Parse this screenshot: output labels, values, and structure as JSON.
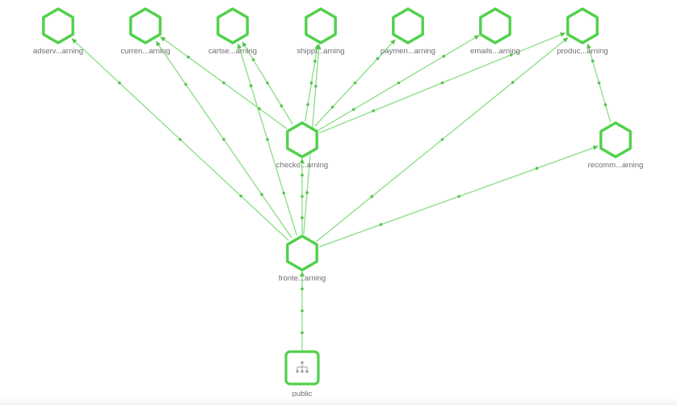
{
  "graph": {
    "colors": {
      "edge": "#8fe08a",
      "edge_marker": "#55c24f",
      "node_stroke": "#4fd14a",
      "node_fill": "#ffffff",
      "label": "#6e6e6e"
    },
    "nodes": [
      {
        "id": "adservice",
        "label": "adserv...arning",
        "shape": "hexagon",
        "icon": "workload-hexagon-icon"
      },
      {
        "id": "currencyservice",
        "label": "curren...arning",
        "shape": "hexagon",
        "icon": "workload-hexagon-icon"
      },
      {
        "id": "cartservice",
        "label": "cartse...arning",
        "shape": "hexagon",
        "icon": "workload-hexagon-icon"
      },
      {
        "id": "shippingservice",
        "label": "shippi...arning",
        "shape": "hexagon",
        "icon": "workload-hexagon-icon"
      },
      {
        "id": "paymentservice",
        "label": "paymen...arning",
        "shape": "hexagon",
        "icon": "workload-hexagon-icon"
      },
      {
        "id": "emailservice",
        "label": "emails...arning",
        "shape": "hexagon",
        "icon": "workload-hexagon-icon"
      },
      {
        "id": "productcatalogservice",
        "label": "produc...arning",
        "shape": "hexagon",
        "icon": "workload-hexagon-icon"
      },
      {
        "id": "checkoutservice",
        "label": "checko...arning",
        "shape": "hexagon",
        "icon": "workload-hexagon-icon"
      },
      {
        "id": "recommendationservice",
        "label": "recomm...arning",
        "shape": "hexagon",
        "icon": "workload-hexagon-icon"
      },
      {
        "id": "frontend",
        "label": "fronte...arning",
        "shape": "hexagon",
        "icon": "workload-hexagon-icon"
      },
      {
        "id": "public",
        "label": "public",
        "shape": "square",
        "icon": "network-tree-icon"
      }
    ],
    "edges": [
      {
        "from": "public",
        "to": "frontend"
      },
      {
        "from": "frontend",
        "to": "adservice"
      },
      {
        "from": "frontend",
        "to": "currencyservice"
      },
      {
        "from": "frontend",
        "to": "cartservice"
      },
      {
        "from": "frontend",
        "to": "shippingservice"
      },
      {
        "from": "frontend",
        "to": "productcatalogservice"
      },
      {
        "from": "frontend",
        "to": "recommendationservice"
      },
      {
        "from": "frontend",
        "to": "checkoutservice"
      },
      {
        "from": "checkoutservice",
        "to": "currencyservice"
      },
      {
        "from": "checkoutservice",
        "to": "cartservice"
      },
      {
        "from": "checkoutservice",
        "to": "shippingservice"
      },
      {
        "from": "checkoutservice",
        "to": "paymentservice"
      },
      {
        "from": "checkoutservice",
        "to": "emailservice"
      },
      {
        "from": "checkoutservice",
        "to": "productcatalogservice"
      },
      {
        "from": "recommendationservice",
        "to": "productcatalogservice"
      }
    ]
  }
}
